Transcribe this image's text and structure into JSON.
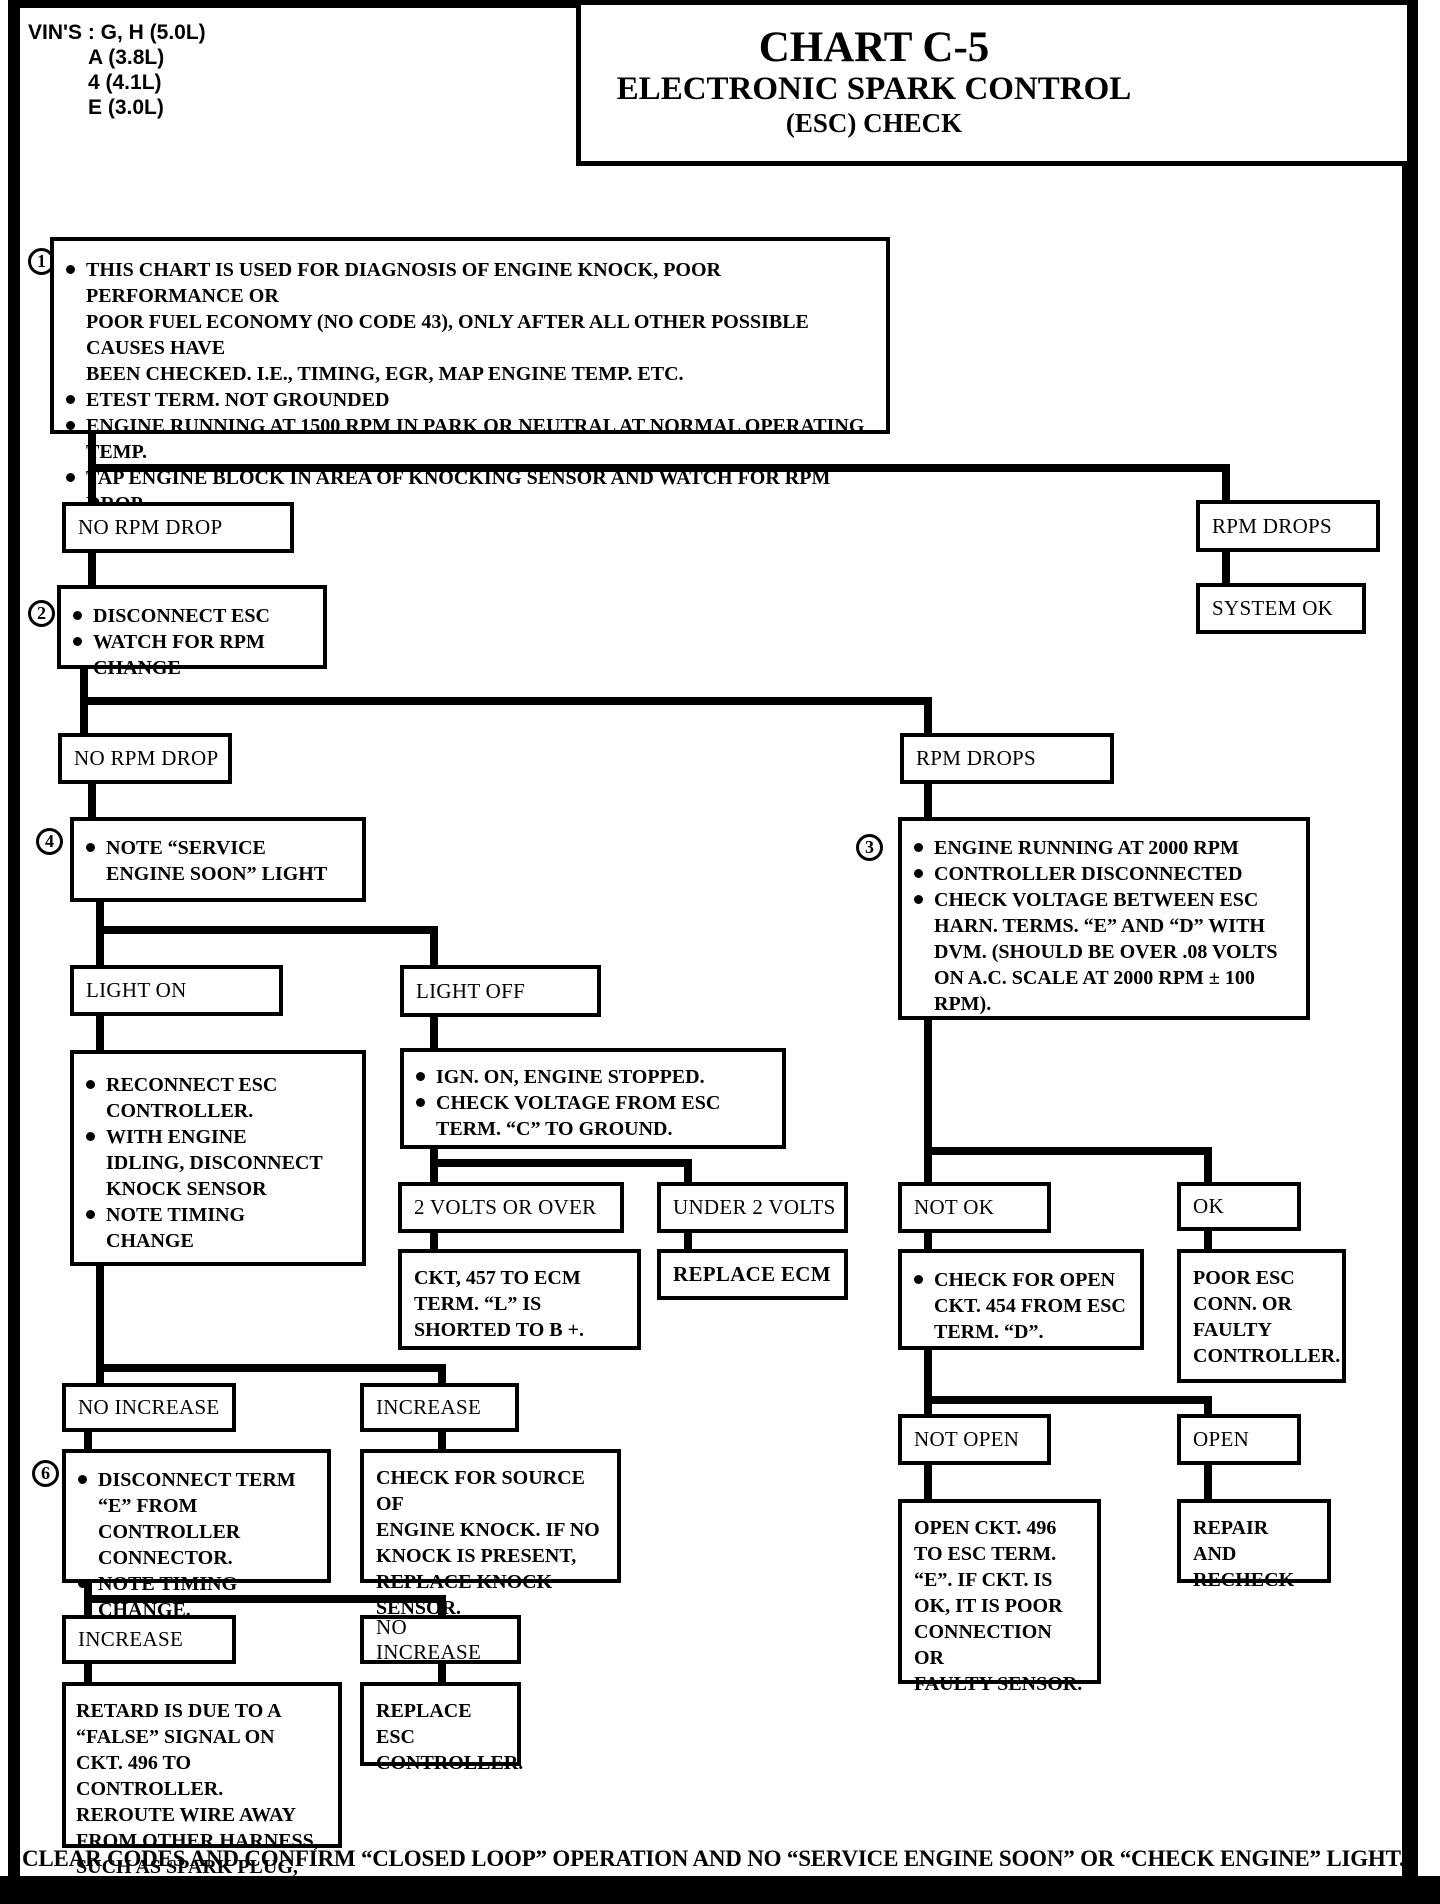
{
  "page": {
    "ink_color": "#000000",
    "paper_color": "#ffffff",
    "vins": {
      "line1": "VIN'S : G, H (5.0L)",
      "line2": "A (3.8L)",
      "line3": "4 (4.1L)",
      "line4": "E (3.0L)"
    },
    "title": {
      "line1": "CHART C-5",
      "line2": "ELECTRONIC SPARK CONTROL",
      "line3": "(ESC) CHECK"
    },
    "footer": "CLEAR CODES AND CONFIRM “CLOSED LOOP” OPERATION AND NO “SERVICE ENGINE SOON” OR “CHECK ENGINE” LIGHT."
  },
  "nodes": {
    "step1": {
      "num": "1",
      "bullets": [
        "THIS CHART IS USED FOR DIAGNOSIS OF ENGINE KNOCK, POOR PERFORMANCE OR\nPOOR FUEL ECONOMY (NO CODE 43), ONLY AFTER ALL OTHER POSSIBLE CAUSES HAVE\nBEEN CHECKED. I.E., TIMING, EGR, MAP ENGINE TEMP. ETC.",
        "ETEST TERM. NOT GROUNDED",
        "ENGINE RUNNING AT 1500 RPM IN PARK OR NEUTRAL AT NORMAL OPERATING TEMP.",
        "TAP ENGINE BLOCK IN AREA OF KNOCKING SENSOR AND WATCH FOR RPM DROP."
      ]
    },
    "no_rpm_drop_1": {
      "label": "NO RPM DROP"
    },
    "rpm_drops_1": {
      "label": "RPM DROPS"
    },
    "system_ok": {
      "label": "SYSTEM OK"
    },
    "step2": {
      "num": "2",
      "bullets": [
        "DISCONNECT ESC",
        "WATCH FOR RPM CHANGE"
      ]
    },
    "no_rpm_drop_2": {
      "label": "NO RPM DROP"
    },
    "rpm_drops_2": {
      "label": "RPM DROPS"
    },
    "step4": {
      "num": "4",
      "bullets": [
        "NOTE “SERVICE\nENGINE SOON” LIGHT"
      ]
    },
    "step3": {
      "num": "3",
      "bullets": [
        "ENGINE RUNNING AT 2000 RPM",
        "CONTROLLER DISCONNECTED",
        "CHECK VOLTAGE BETWEEN ESC\nHARN. TERMS. “E” AND “D” WITH\nDVM. (SHOULD BE OVER .08 VOLTS\nON A.C. SCALE AT 2000 RPM ± 100\nRPM)."
      ]
    },
    "light_on": {
      "label": "LIGHT ON"
    },
    "light_off": {
      "label": "LIGHT OFF"
    },
    "reconnect": {
      "bullets": [
        "RECONNECT ESC\nCONTROLLER.",
        "WITH ENGINE\nIDLING, DISCONNECT\nKNOCK SENSOR",
        "NOTE TIMING\nCHANGE"
      ]
    },
    "ign_on": {
      "bullets": [
        "IGN. ON, ENGINE STOPPED.",
        "CHECK VOLTAGE FROM ESC\nTERM. “C” TO GROUND."
      ]
    },
    "two_volts_or_over": {
      "label": "2 VOLTS OR OVER"
    },
    "under_two_volts": {
      "label": "UNDER 2 VOLTS"
    },
    "ckt_457": {
      "text": "CKT, 457 TO ECM\nTERM. “L” IS\nSHORTED TO B +."
    },
    "replace_ecm": {
      "label": "REPLACE ECM"
    },
    "not_ok": {
      "label": "NOT OK"
    },
    "ok": {
      "label": "OK"
    },
    "check_open": {
      "bullets": [
        "CHECK FOR OPEN\nCKT. 454 FROM ESC\nTERM. “D”."
      ]
    },
    "poor_esc": {
      "text": "POOR ESC\nCONN. OR\nFAULTY\nCONTROLLER."
    },
    "not_open": {
      "label": "NOT OPEN"
    },
    "open": {
      "label": "OPEN"
    },
    "open_ckt_496": {
      "text": "OPEN CKT. 496\nTO ESC TERM.\n“E”. IF CKT. IS\nOK, IT IS POOR\nCONNECTION OR\nFAULTY SENSOR."
    },
    "repair_recheck": {
      "text": "REPAIR AND\nRECHECK"
    },
    "no_increase_1": {
      "label": "NO INCREASE"
    },
    "increase_1": {
      "label": "INCREASE"
    },
    "step6": {
      "num": "6",
      "bullets": [
        "DISCONNECT TERM\n“E” FROM CONTROLLER\nCONNECTOR.",
        "NOTE TIMING CHANGE."
      ]
    },
    "check_source": {
      "text": "CHECK FOR SOURCE OF\nENGINE KNOCK. IF NO\nKNOCK IS PRESENT,\nREPLACE KNOCK SENSOR."
    },
    "increase_2": {
      "label": "INCREASE"
    },
    "no_increase_2": {
      "label": "NO INCREASE"
    },
    "retard": {
      "text": "RETARD IS DUE TO A\n“FALSE” SIGNAL ON\nCKT. 496 TO CONTROLLER.\nREROUTE WIRE AWAY\nFROM OTHER HARNESS,\nSUCH AS SPARK PLUG, ETC."
    },
    "replace_esc": {
      "text": "REPLACE ESC\nCONTROLLER."
    }
  }
}
